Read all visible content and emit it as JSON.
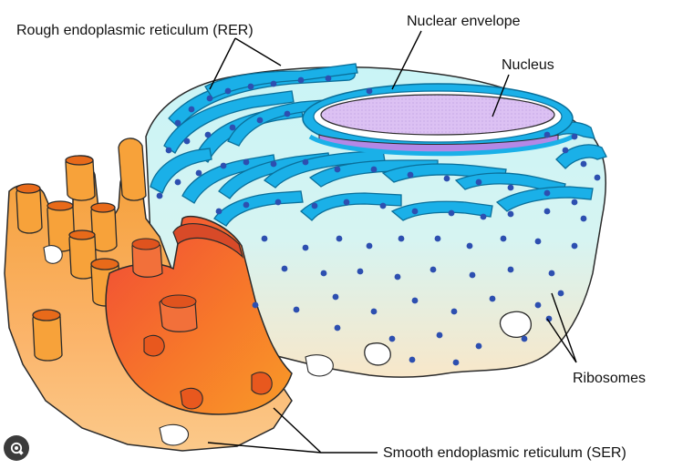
{
  "labels": {
    "rer": "Rough endoplasmic reticulum (RER)",
    "nuclear_envelope": "Nuclear envelope",
    "nucleus": "Nucleus",
    "ribosomes": "Ribosomes",
    "ser": "Smooth endoplasmic reticulum (SER)"
  },
  "colors": {
    "rer_membrane": "#1ab0e8",
    "rer_lumen_fill": "#c8f4f6",
    "ribosome": "#2d4fb0",
    "nucleus": "#d7b8f0",
    "ser_light": "#fbb75a",
    "ser_mid": "#f79c1f",
    "ser_deep": "#f05a3a",
    "outline": "#2a2a2a"
  },
  "overlay": {
    "lens_icon": "lens-icon"
  }
}
